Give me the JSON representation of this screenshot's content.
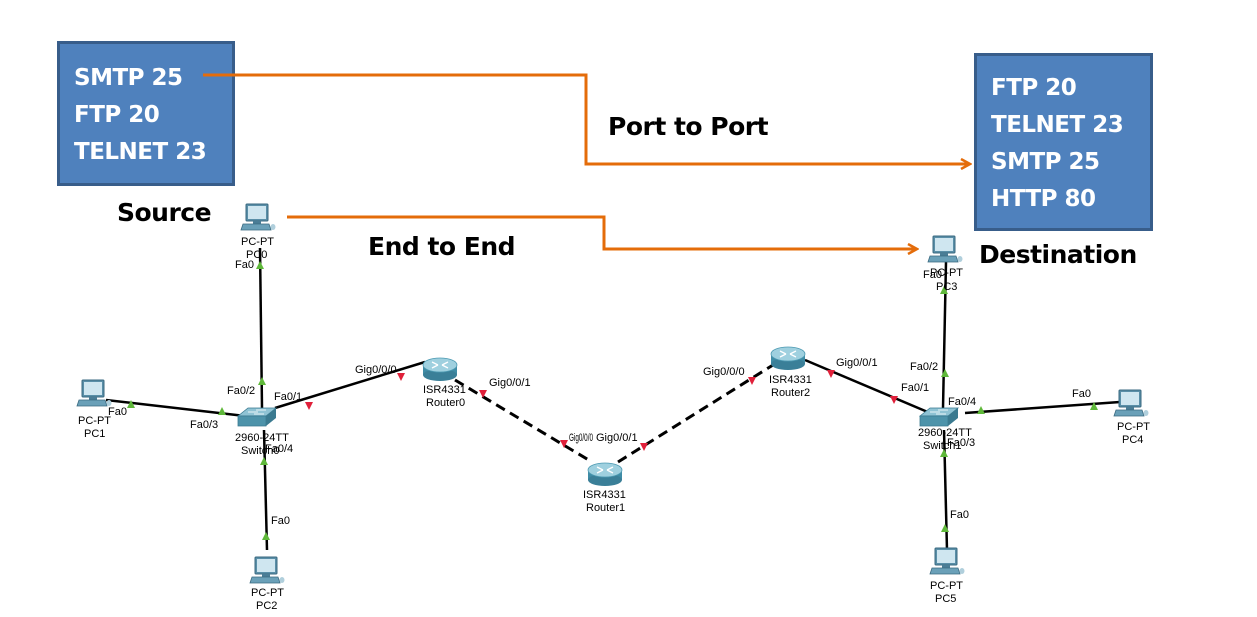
{
  "source_box": {
    "lines": [
      "SMTP 25",
      "FTP 20",
      "TELNET 23"
    ]
  },
  "destination_box": {
    "lines": [
      "FTP 20",
      "TELNET 23",
      "SMTP 25",
      "HTTP 80"
    ]
  },
  "labels": {
    "source": "Source",
    "destination": "Destination",
    "port_to_port": "Port to Port",
    "end_to_end": "End to End"
  },
  "colors": {
    "box_fill": "#4f81bd",
    "box_border": "#385d8a",
    "arrow": "#e46c0a",
    "link_up": "#5fb83a",
    "link_down": "#e0203a",
    "cable": "#000000"
  },
  "devices": {
    "pc0": {
      "model": "PC-PT",
      "name": "PC0"
    },
    "pc1": {
      "model": "PC-PT",
      "name": "PC1"
    },
    "pc2": {
      "model": "PC-PT",
      "name": "PC2"
    },
    "pc3": {
      "model": "PC-PT",
      "name": "PC3"
    },
    "pc4": {
      "model": "PC-PT",
      "name": "PC4"
    },
    "pc5": {
      "model": "PC-PT",
      "name": "PC5"
    },
    "switch0": {
      "model": "2960-24TT",
      "name": "Switch0"
    },
    "switch1": {
      "model": "2960-24TT",
      "name": "Switch1"
    },
    "router0": {
      "model": "ISR4331",
      "name": "Router0"
    },
    "router1": {
      "model": "ISR4331",
      "name": "Router1"
    },
    "router2": {
      "model": "ISR4331",
      "name": "Router2"
    }
  },
  "ports": {
    "pc0_fa0": "Fa0",
    "pc1_fa0": "Fa0",
    "pc2_fa0": "Fa0",
    "pc3_fa0": "Fa0",
    "pc4_fa0": "Fa0",
    "pc5_fa0": "Fa0",
    "sw0_fa01": "Fa0/1",
    "sw0_fa02": "Fa0/2",
    "sw0_fa03": "Fa0/3",
    "sw0_fa04": "Fa0/4",
    "sw1_fa01": "Fa0/1",
    "sw1_fa02": "Fa0/2",
    "sw1_fa03": "Fa0/3",
    "sw1_fa04": "Fa0/4",
    "r0_g000": "Gig0/0/0",
    "r0_g001": "Gig0/0/1",
    "r1_g000": "Gig0/0/0",
    "r1_g001": "Gig0/0/1",
    "r2_g000": "Gig0/0/0",
    "r2_g001": "Gig0/0/1"
  }
}
